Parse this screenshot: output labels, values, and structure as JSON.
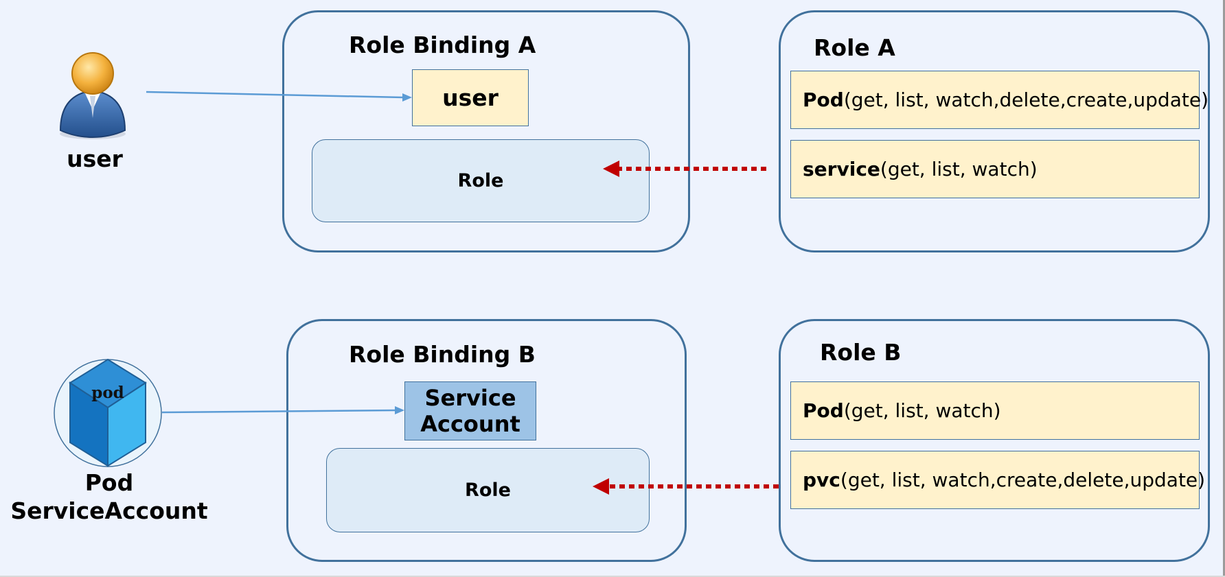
{
  "top": {
    "subject": {
      "icon": "user-person-icon",
      "label": "user"
    },
    "binding": {
      "title": "Role Binding A",
      "subject_label": "user",
      "role_label": "Role"
    },
    "role": {
      "title": "Role A",
      "rules": [
        {
          "resource": "Pod",
          "verbs": "(get, list, watch,delete,create,update)"
        },
        {
          "resource": "service",
          "verbs": "(get, list, watch)"
        }
      ]
    }
  },
  "bottom": {
    "subject": {
      "icon": "pod-cube-icon",
      "icon_text": "pod",
      "label_line1": "Pod",
      "label_line2": "ServiceAccount"
    },
    "binding": {
      "title": "Role Binding B",
      "subject_line1": "Service",
      "subject_line2": "Account",
      "role_label": "Role"
    },
    "role": {
      "title": "Role B",
      "rules": [
        {
          "resource": "Pod",
          "verbs": "(get, list, watch)"
        },
        {
          "resource": "pvc",
          "verbs": "(get, list, watch,create,delete,update)"
        }
      ]
    }
  },
  "colors": {
    "background": "#eef3fd",
    "panel_border": "#41719c",
    "rule_fill": "#fff2cc",
    "service_account_fill": "#9dc3e6",
    "role_fill": "#deebf7",
    "subject_arrow": "#5b9bd5",
    "role_ref_arrow": "#c00000"
  }
}
